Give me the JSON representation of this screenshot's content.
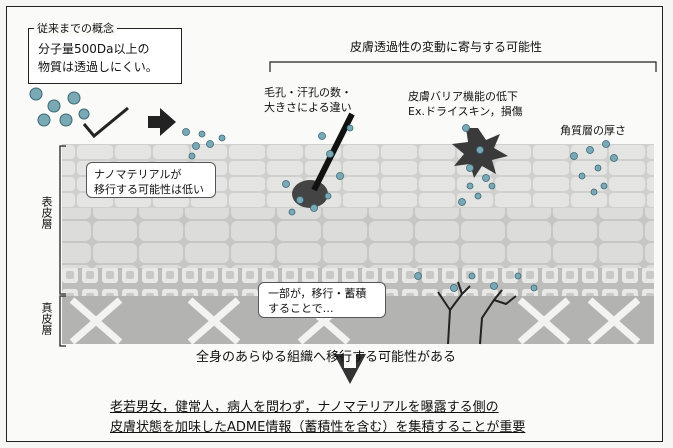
{
  "concept": {
    "title": "従来までの概念",
    "line1": "分子量500Da以上の",
    "line2": "物質は透過しにくい。"
  },
  "bracket_label": "皮膚透過性の変動に寄与する可能性",
  "factors": {
    "hair_line1": "毛孔・汗孔の数・",
    "hair_line2": "大きさによる違い",
    "barrier_line1": "皮膚バリア機能の低下",
    "barrier_line2": "Ex.ドライスキン，損傷",
    "stratum": "角質層の厚さ"
  },
  "low_possibility": {
    "line1": "ナノマテリアルが",
    "line2": "移行する可能性は低い"
  },
  "accumulation": {
    "line1": "一部が，移行・蓄積",
    "line2": "することで…"
  },
  "layers": {
    "epidermis": "表皮層",
    "dermis": "真皮層"
  },
  "conclusion1": "全身のあらゆる組織へ移行する可能性がある",
  "conclusion2_line1": "老若男女，健常人，病人を問わず，ナノマテリアルを曝露する側の",
  "conclusion2_line2": "皮膚状態を加味したADME情報（蓄積性を含む）を集積することが重要"
}
